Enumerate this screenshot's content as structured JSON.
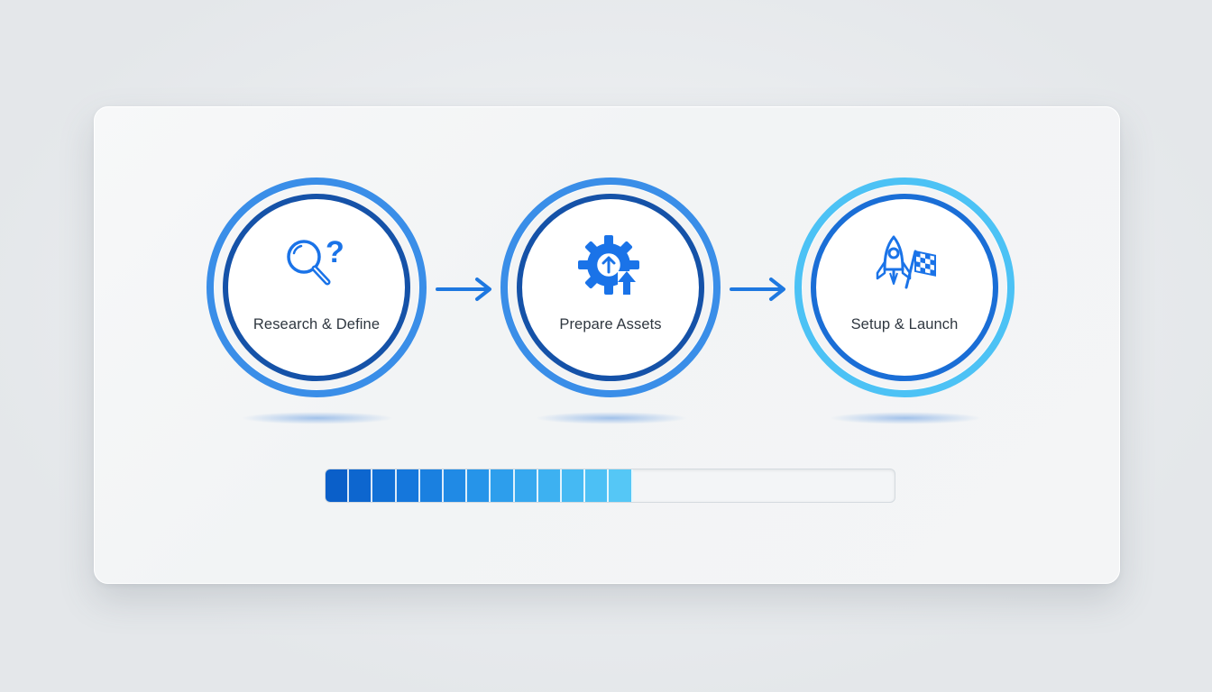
{
  "steps": [
    {
      "label": "Research & Define",
      "icon": "magnifier-question-icon",
      "outer_color": "#3a8ee8",
      "inner_color": "#1552a8"
    },
    {
      "label": "Prepare Assets",
      "icon": "gear-upload-icon",
      "outer_color": "#3a8ee8",
      "inner_color": "#1552a8"
    },
    {
      "label": "Setup & Launch",
      "icon": "rocket-flag-icon",
      "outer_color": "#4cc2f5",
      "inner_color": "#1a6ed6"
    }
  ],
  "progress": {
    "filled_segments": 13,
    "fraction": 0.54,
    "segment_colors": [
      "#0a5fc9",
      "#0d66cf",
      "#1170d6",
      "#1577dc",
      "#1a80e0",
      "#208ae5",
      "#2694e9",
      "#2d9eec",
      "#36a8ef",
      "#3db1f1",
      "#45b9f3",
      "#4cc0f5",
      "#55c7f6"
    ]
  },
  "colors": {
    "accent": "#1a73e8",
    "arrow": "#1e78e0"
  }
}
